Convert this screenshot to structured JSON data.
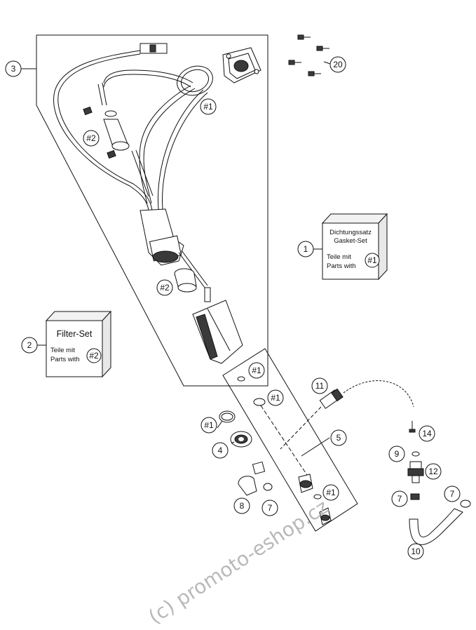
{
  "callouts": {
    "c1": "1",
    "c2": "2",
    "c3": "3",
    "c4": "4",
    "c5": "5",
    "c7a": "7",
    "c7b": "7",
    "c7c": "7",
    "c8": "8",
    "c9": "9",
    "c10": "10",
    "c11": "11",
    "c12": "12",
    "c14": "14",
    "c20": "20"
  },
  "refs": {
    "r1_top": "#1",
    "r2_top": "#2",
    "r2_mid": "#2",
    "r1_panel_a": "#1",
    "r1_panel_b": "#1",
    "r1_left": "#1",
    "r1_panel_c": "#1"
  },
  "gasket_box": {
    "line1": "Dichtungssatz",
    "line2": "Gasket-Set",
    "line3": "Teile mit",
    "line4": "Parts with",
    "ref": "#1"
  },
  "filter_box": {
    "title": "Filter-Set",
    "line1": "Teile mit",
    "line2": "Parts with",
    "ref": "#2"
  },
  "watermark": "(c) promoto-eshop.cz"
}
